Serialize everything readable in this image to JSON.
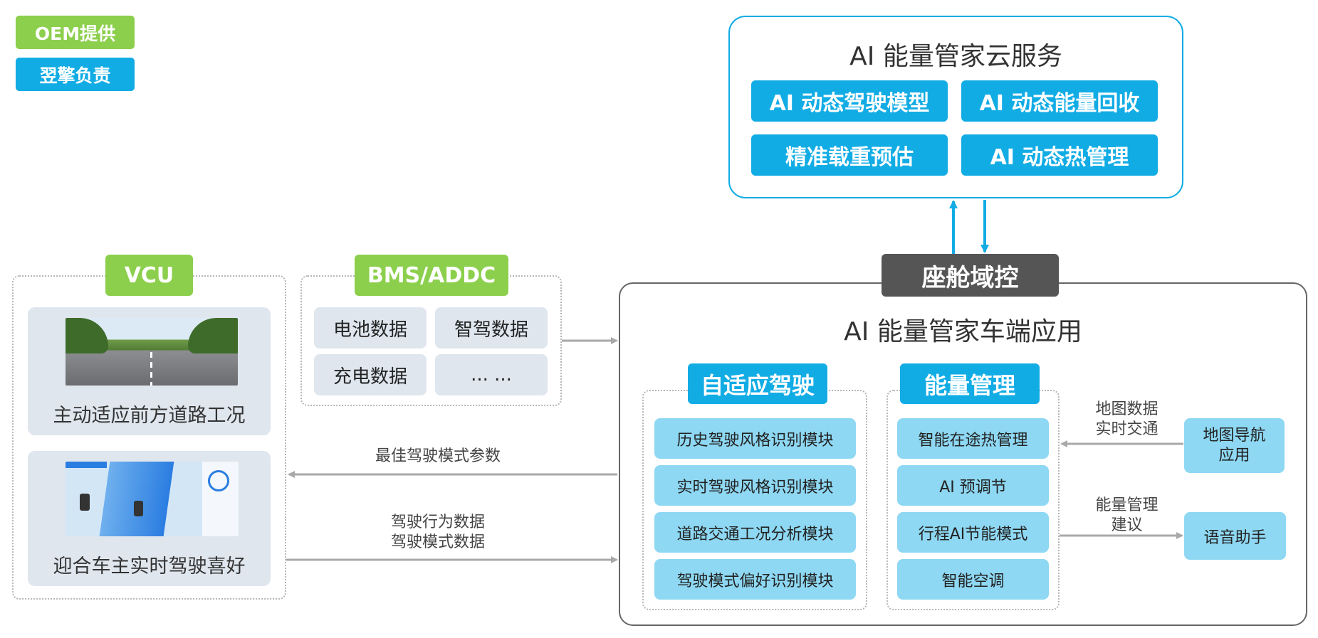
{
  "legend": {
    "oem": "OEM提供",
    "yiqing": "翌擎负责"
  },
  "cloud": {
    "title": "AI 能量管家云服务",
    "items": [
      "AI 动态驾驶模型",
      "AI 动态能量回收",
      "精准载重预估",
      "AI 动态热管理"
    ]
  },
  "vcu": {
    "tag": "VCU",
    "card1_label": "主动适应前方道路工况",
    "card2_label": "迎合车主实时驾驶喜好"
  },
  "bms": {
    "tag": "BMS/ADDC",
    "items": [
      "电池数据",
      "智驾数据",
      "充电数据",
      "... ..."
    ]
  },
  "cockpit": {
    "tag": "座舱域控",
    "title": "AI 能量管家车端应用",
    "adaptive": {
      "tag": "自适应驾驶",
      "modules": [
        "历史驾驶风格识别模块",
        "实时驾驶风格识别模块",
        "道路交通工况分析模块",
        "驾驶模式偏好识别模块"
      ]
    },
    "energy": {
      "tag": "能量管理",
      "modules": [
        "智能在途热管理",
        "AI 预调节",
        "行程AI节能模式",
        "智能空调"
      ]
    }
  },
  "external": {
    "map_app": [
      "地图导航",
      "应用"
    ],
    "voice": "语音助手"
  },
  "flows": {
    "best_mode": "最佳驾驶模式参数",
    "driving_data": [
      "驾驶行为数据",
      "驾驶模式数据"
    ],
    "map_data": [
      "地图数据",
      "实时交通"
    ],
    "energy_advice": [
      "能量管理",
      "建议"
    ]
  },
  "colors": {
    "oem_green": "#8ccf4c",
    "yiqing_blue": "#12ace5",
    "module_light_blue": "#8ed8f3",
    "cockpit_dark": "#555555",
    "arrow_grey": "#a8a8a8"
  }
}
